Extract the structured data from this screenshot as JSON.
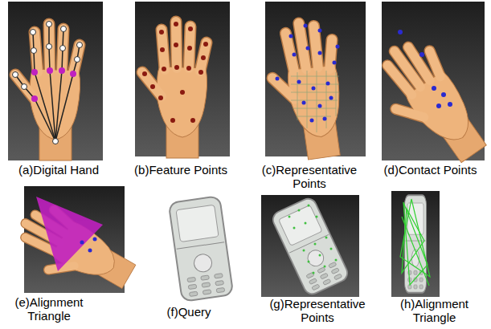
{
  "diagram": {
    "labels": [
      "(a)Digital Hand",
      "(b)Feature Points",
      "(c)Representative Points",
      "(d)Contact Points",
      "(e)Alignment Triangle",
      "(f)Query",
      "(g)Representative Points",
      "(h)Alignment Triangle"
    ]
  }
}
